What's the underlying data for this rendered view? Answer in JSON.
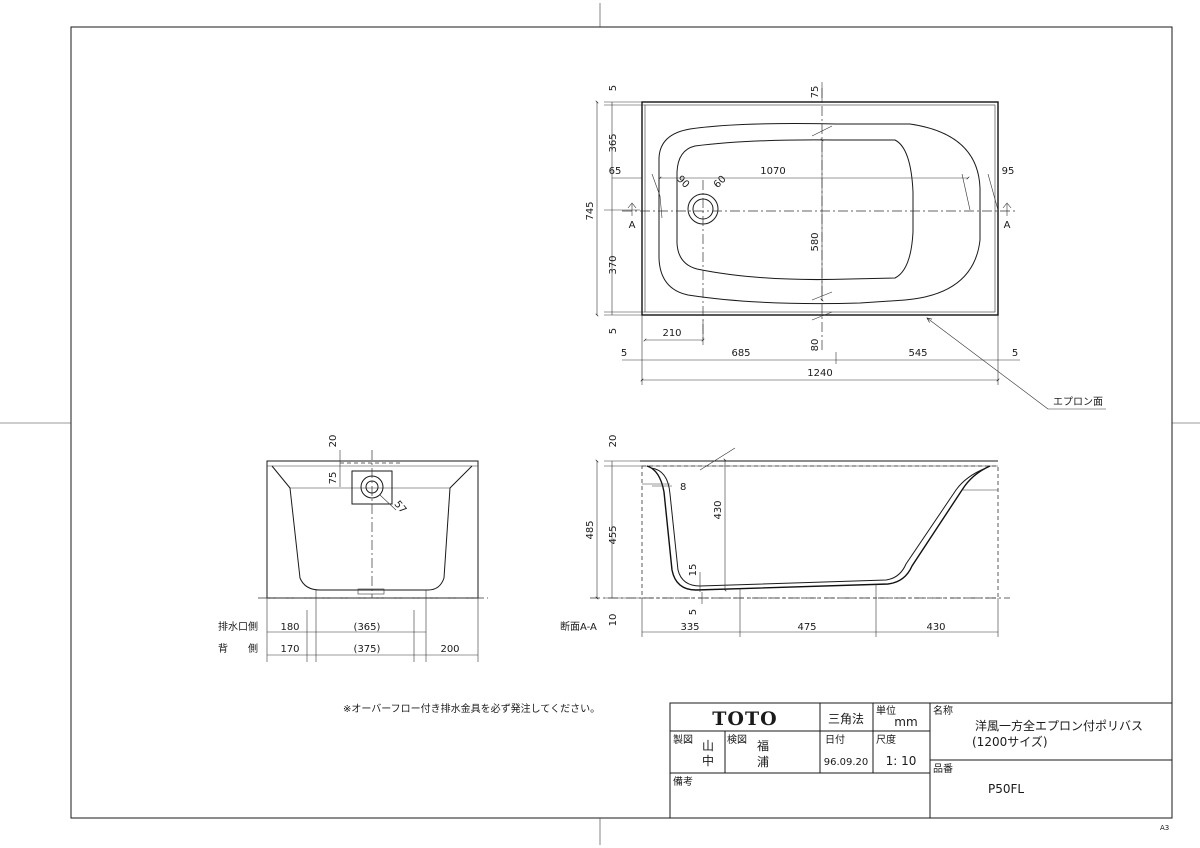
{
  "plan": {
    "dims": {
      "top_5": "5",
      "top_75": "75",
      "d365": "365",
      "d65": "65",
      "d90": "90",
      "d60": "60",
      "d1070": "1070",
      "d95": "95",
      "d745": "745",
      "d580": "580",
      "d370": "370",
      "bot_5": "5",
      "d210": "210",
      "d80": "80",
      "left_5": "5",
      "d685": "685",
      "d545": "545",
      "right_5": "5",
      "d1240": "1240"
    },
    "section_mark_left": "A",
    "section_mark_right": "A",
    "apron_label": "エプロン面"
  },
  "end_view": {
    "dims": {
      "d20": "20",
      "d75": "75",
      "d57": "57"
    },
    "rows": [
      {
        "label": "排水口側",
        "values": [
          "180",
          "(365)",
          ""
        ]
      },
      {
        "label": "背　　側",
        "values": [
          "170",
          "(375)",
          "200"
        ]
      }
    ]
  },
  "section_view": {
    "dims": {
      "d20": "20",
      "d8": "8",
      "d430v": "430",
      "d485": "485",
      "d455": "455",
      "d15": "15",
      "d5": "5",
      "d10": "10",
      "d335": "335",
      "d475": "475",
      "d430h": "430"
    },
    "label": "断面A-A"
  },
  "note": "※オーバーフロー付き排水金具を必ず発注してください。",
  "title_block": {
    "logo": "TOTO",
    "projection": "三角法",
    "unit_label": "単位",
    "unit_value": "mm",
    "name_label": "名称",
    "name_line1": "洋風一方全エプロン付ポリバス",
    "name_line2": "(1200サイズ)",
    "drawn_label": "製図",
    "drawn_char1": "山",
    "drawn_char2": "中",
    "checked_label": "検図",
    "checked_char1": "福",
    "checked_char2": "浦",
    "date_label": "日付",
    "date_value": "96.09.20",
    "scale_label": "尺度",
    "scale_value": "1: 10",
    "product_label": "品番",
    "product_value": "P50FL",
    "remarks_label": "備考"
  },
  "sheet_size": "A3"
}
